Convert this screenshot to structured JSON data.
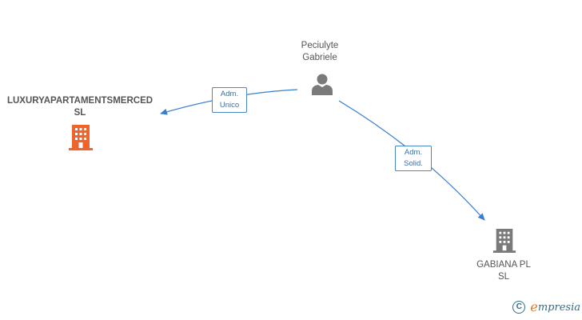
{
  "nodes": {
    "person": {
      "name_line1": "Peciulyte",
      "name_line2": "Gabriele"
    },
    "company_main": {
      "name_line1": "LUXURYAPARTAMENTSMERCED",
      "name_line2": "SL"
    },
    "company_secondary": {
      "name_line1": "GABIANA PL",
      "name_line2": "SL"
    }
  },
  "edges": {
    "edge1": {
      "line1": "Adm.",
      "line2": "Unico"
    },
    "edge2": {
      "line1": "Adm.",
      "line2": "Solid."
    }
  },
  "watermark": {
    "symbol": "C",
    "brand_first": "ℯ",
    "brand_rest": "mpresia"
  },
  "colors": {
    "edge": "#3a7fcf",
    "highlight_company": "#f0632a",
    "company": "#7a7a7a",
    "person": "#7a7a7a"
  }
}
